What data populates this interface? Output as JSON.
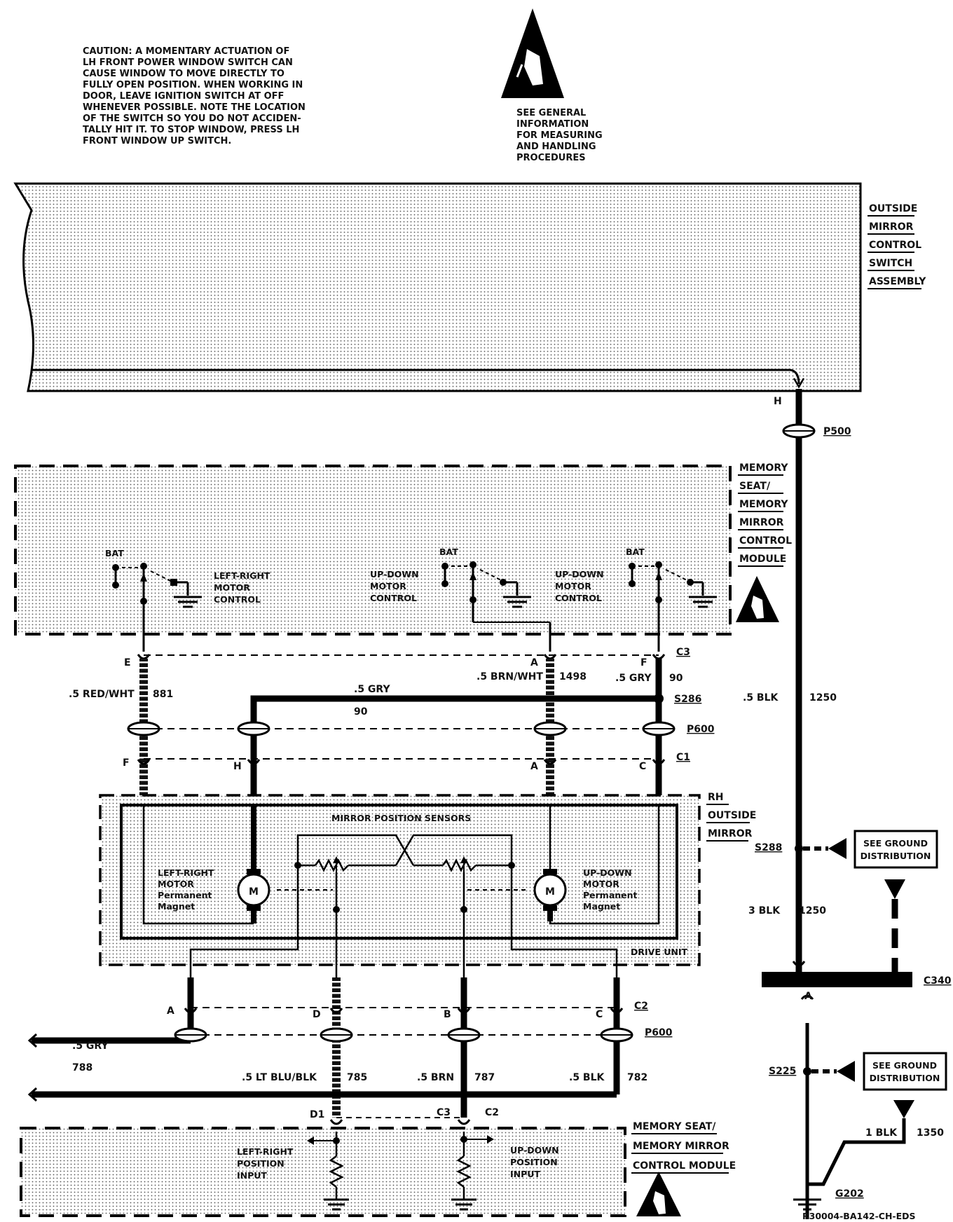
{
  "caution": {
    "lines": [
      "CAUTION:  A MOMENTARY ACTUATION OF",
      "LH FRONT POWER WINDOW SWITCH CAN",
      "CAUSE WINDOW TO MOVE DIRECTLY TO",
      "FULLY OPEN POSITION.  WHEN WORKING IN",
      "DOOR, LEAVE IGNITION SWITCH AT OFF",
      "WHENEVER POSSIBLE.  NOTE THE LOCATION",
      "OF THE SWITCH SO YOU DO NOT ACCIDEN-",
      "TALLY HIT IT.  TO STOP WINDOW, PRESS LH",
      "FRONT WINDOW UP SWITCH."
    ]
  },
  "esd_notice": {
    "lines": [
      "SEE GENERAL",
      "INFORMATION",
      "FOR MEASURING",
      "AND HANDLING",
      "PROCEDURES"
    ]
  },
  "components": {
    "switch_assembly": [
      "OUTSIDE",
      "MIRROR",
      "CONTROL",
      "SWITCH",
      "ASSEMBLY"
    ],
    "memory_module_top": [
      "MEMORY",
      "SEAT/",
      "MEMORY",
      "MIRROR",
      "CONTROL",
      "MODULE"
    ],
    "rh_mirror": [
      "RH",
      "OUTSIDE",
      "MIRROR"
    ],
    "memory_module_bottom": [
      "MEMORY SEAT/",
      "MEMORY MIRROR",
      "CONTROL MODULE"
    ],
    "drive_unit": "DRIVE UNIT",
    "sensors": "MIRROR POSITION SENSORS"
  },
  "motor_controls": [
    {
      "bat": "BAT",
      "lines": [
        "LEFT-RIGHT",
        "MOTOR",
        "CONTROL"
      ]
    },
    {
      "bat": "BAT",
      "lines": [
        "UP-DOWN",
        "MOTOR",
        "CONTROL"
      ]
    },
    {
      "bat": "BAT",
      "lines": [
        "UP-DOWN",
        "MOTOR",
        "CONTROL"
      ]
    }
  ],
  "motors": [
    {
      "symbol": "M",
      "lines": [
        "LEFT-RIGHT",
        "MOTOR",
        "Permanent",
        "Magnet"
      ]
    },
    {
      "symbol": "M",
      "lines": [
        "UP-DOWN",
        "MOTOR",
        "Permanent",
        "Magnet"
      ]
    }
  ],
  "position_inputs": [
    {
      "lines": [
        "LEFT-RIGHT",
        "POSITION",
        "INPUT"
      ]
    },
    {
      "lines": [
        "UP-DOWN",
        "POSITION",
        "INPUT"
      ]
    }
  ],
  "connectors": {
    "p500": "P500",
    "p600": "P600",
    "c1": "C1",
    "c2": "C2",
    "c3": "C3",
    "c340": "C340",
    "s286": "S286",
    "s288": "S288",
    "s225": "S225",
    "g202": "G202"
  },
  "pins": {
    "h": "H",
    "e": "E",
    "a_top": "A",
    "f_top": "F",
    "f_mid": "F",
    "h_mid": "H",
    "a_mid": "A",
    "c_mid": "C",
    "a_bot": "A",
    "d_bot": "D",
    "b_bot": "B",
    "c_bot": "C",
    "d1": "D1",
    "c3": "C3",
    "c2": "C2",
    "c340_a": "A"
  },
  "wires": {
    "red_wht": ".5 RED/WHT",
    "n881": "881",
    "gry_mid": ".5 GRY",
    "n90_mid": "90",
    "brn_wht": ".5 BRN/WHT",
    "n1498": "1498",
    "gry_right": ".5 GRY",
    "n90_right": "90",
    "blk_top": ".5 BLK",
    "n1250_top": "1250",
    "blk3": "3 BLK",
    "n1250_mid": "1250",
    "gry_bot": ".5 GRY",
    "n788": "788",
    "lt_blu_blk": ".5 LT BLU/BLK",
    "n785": "785",
    "brn": ".5 BRN",
    "n787": "787",
    "blk_bot": ".5 BLK",
    "n782": "782",
    "blk1": "1 BLK",
    "n1350": "1350"
  },
  "ground_refs": [
    {
      "lines": [
        "SEE GROUND",
        "DISTRIBUTION"
      ]
    },
    {
      "lines": [
        "SEE GROUND",
        "DISTRIBUTION"
      ]
    }
  ],
  "footer": "R30004-BA142-CH-EDS"
}
